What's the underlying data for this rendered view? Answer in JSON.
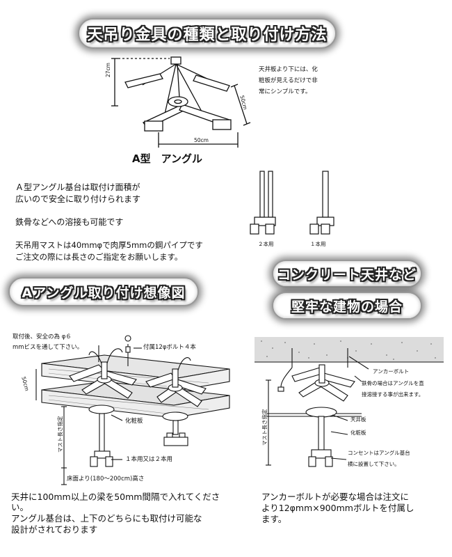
{
  "banners": {
    "main_title": "天吊り金具の種類と取り付け方法",
    "a_angle_install": "Aアングル取り付け想像図",
    "concrete_line1": "コンクリート天井など",
    "concrete_line2": "堅牢な建物の場合"
  },
  "top_diagram": {
    "dim_height": "27cm",
    "dim_diag": "50cm",
    "dim_width": "50cm",
    "caption": "A型　アングル",
    "note_lines": [
      "天井板より下には、化",
      "粧板が見えるだけで非",
      "常にシンプルです。"
    ]
  },
  "a_angle_text": {
    "line1": "Ａ型アングル基台は取付け面積が",
    "line2": "広いので安全に取り付けられます",
    "line3": "鉄骨などへの溶接も可能です",
    "line4": "天吊用マストは40mmφで肉厚5mmの鋼パイプです",
    "line5": "ご注文の際には長さのご指定をお願いします。"
  },
  "pipes": {
    "two_label": "２本用",
    "one_label": "１本用"
  },
  "install_diagram": {
    "screw_note1": "取付後、安全の為 φ６",
    "screw_note2": "mmビスを通して下さい。",
    "bolt_label": "付属12φボルト４本",
    "dim_50": "50cm",
    "mast_length": "マスト長さ指定",
    "finish_board": "化粧板",
    "pipe_label": "１本用又は２本用",
    "floor_height": "床面より(180～200cm)高さ"
  },
  "install_text": {
    "line1": "天井に100mm以上の梁を50mm間隔で入れてくださ",
    "line2": "い。",
    "line3": "アングル基台は、上下のどちらにも取付け可能な",
    "line4": "設計がされております"
  },
  "concrete_diagram": {
    "anchor_bolt": "アンカーボルト",
    "steel_note1": "鉄骨の場合はアングルを直",
    "steel_note2": "接溶接する事が出来ます。",
    "ceiling_board": "天井板",
    "finish_board": "化粧板",
    "mast_length": "マスト長さ指定",
    "outlet_note1": "コンセントはアングル基台",
    "outlet_note2": "横に設置して下さい。"
  },
  "concrete_text": {
    "line1": "アンカーボルトが必要な場合は注文に",
    "line2": "より12φmm×900mmボルトを付属し",
    "line3": "ます。"
  }
}
